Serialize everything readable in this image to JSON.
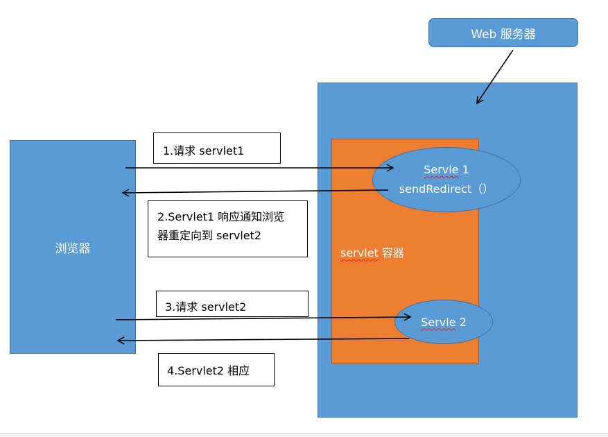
{
  "web_server": {
    "label": "Web 服务器"
  },
  "browser": {
    "label": "浏览器"
  },
  "servlet_container": {
    "label_prefix": "servlet",
    "label_suffix": " 容器"
  },
  "servlet1": {
    "name_prefix": "Servle",
    "name_suffix": " 1",
    "method": "sendRedirect（）"
  },
  "servlet2": {
    "name_prefix": "Servle",
    "name_suffix": " 2"
  },
  "steps": [
    {
      "label": "1.请求 servlet1"
    },
    {
      "line1": "2.Servlet1  响应通知浏览",
      "line2": "器重定向到 servlet2"
    },
    {
      "label": "3.请求 servlet2"
    },
    {
      "label": "4.Servlet2  相应"
    }
  ],
  "colors": {
    "blue": "#5b9bd5",
    "orange": "#ed7d31",
    "border_blue": "#41719c"
  }
}
